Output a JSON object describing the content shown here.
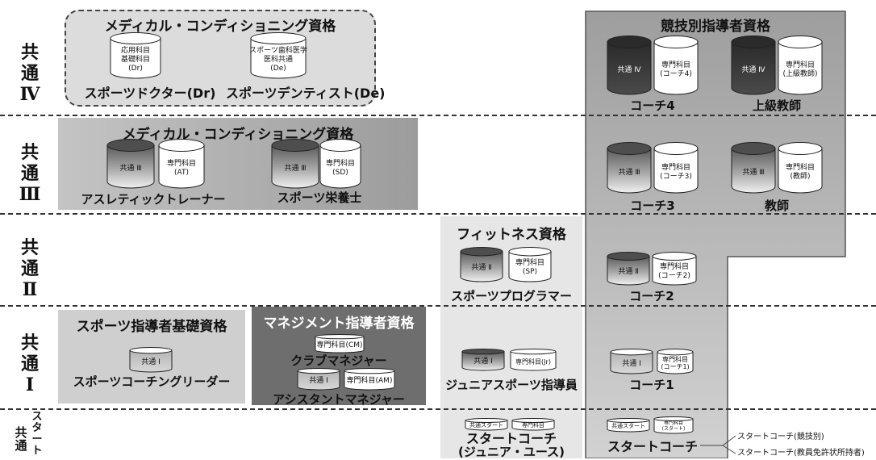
{
  "tiers": {
    "t4": [
      "共",
      "通",
      "Ⅳ"
    ],
    "t3": [
      "共",
      "通",
      "Ⅲ"
    ],
    "t2": [
      "共",
      "通",
      "Ⅱ"
    ],
    "t1": [
      "共",
      "通",
      "Ⅰ"
    ],
    "ts": [
      "共",
      "通",
      "ス",
      "タ",
      "ー",
      "ト"
    ]
  },
  "medical4": {
    "title": "メディカル・コンディショニング資格",
    "cyl_dr": [
      "応用科目",
      "基礎科目",
      "(Dr)"
    ],
    "cyl_de": [
      "スポーツ歯科医学",
      "医科共通",
      "(De)"
    ],
    "cap_dr": "スポーツドクター(Dr)",
    "cap_de": "スポーツデンティスト(De)"
  },
  "medical3": {
    "title": "メディカル・コンディショニング資格",
    "at_common": "共通 Ⅲ",
    "at_spec": [
      "専門科目",
      "(AT)"
    ],
    "sd_common": "共通 Ⅲ",
    "sd_spec": [
      "専門科目",
      "(SD)"
    ],
    "cap_at": "アスレティックトレーナー",
    "cap_sd": "スポーツ栄養士"
  },
  "fitness": {
    "title": "フィットネス資格",
    "common": "共通 Ⅱ",
    "spec": [
      "専門科目",
      "(SP)"
    ],
    "cap": "スポーツプログラマー"
  },
  "basic": {
    "title": "スポーツ指導者基礎資格",
    "common": "共通 Ⅰ",
    "cap": "スポーツコーチングリーダー"
  },
  "management": {
    "title": "マネジメント指導者資格",
    "cm_spec": "専門科目(CM)",
    "cap_cm": "クラブマネジャー",
    "am_common": "共通 Ⅰ",
    "am_spec": "専門科目(AM)",
    "cap_am": "アシスタントマネジャー"
  },
  "junior": {
    "common": "共通 Ⅰ",
    "spec": "専門科目(Jr)",
    "cap": "ジュニアスポーツ指導員"
  },
  "start_junior": {
    "common": "共通スタート",
    "spec": "専門科目",
    "cap1": "スタートコーチ",
    "cap2": "(ジュニア・ユース)"
  },
  "competitive": {
    "title": "競技別指導者資格",
    "c4_common": "共通 Ⅳ",
    "c4_spec": [
      "専門科目",
      "(コーチ4)"
    ],
    "c4_cap": "コーチ4",
    "tx_common": "共通 Ⅳ",
    "tx_spec": [
      "専門科目",
      "(上級教師)"
    ],
    "tx_cap": "上級教師",
    "c3_common": "共通 Ⅲ",
    "c3_spec": [
      "専門科目",
      "(コーチ3)"
    ],
    "c3_cap": "コーチ3",
    "t3_common": "共通 Ⅲ",
    "t3_spec": [
      "専門科目",
      "(教師)"
    ],
    "t3_cap": "教師",
    "c2_common": "共通 Ⅱ",
    "c2_spec": [
      "専門科目",
      "(コーチ2)"
    ],
    "c2_cap": "コーチ2",
    "c1_common": "共通 Ⅰ",
    "c1_spec": [
      "専門科目",
      "(コーチ1)"
    ],
    "c1_cap": "コーチ1",
    "sc_common": "共通スタート",
    "sc_spec": [
      "専門科目",
      "(スタート)"
    ],
    "sc_cap": "スタートコーチ",
    "sc_note1": "スタートコーチ(競技別)",
    "sc_note2": "スタートコーチ(教員免許状所持者)"
  },
  "colors": {
    "panel_light": "#dcdcdc",
    "panel_mid": "#bdbdbd",
    "panel_dark": "#6d6d6d",
    "panel_right": "#b0b0b0",
    "cyl_dark": "#3a3a3a"
  }
}
